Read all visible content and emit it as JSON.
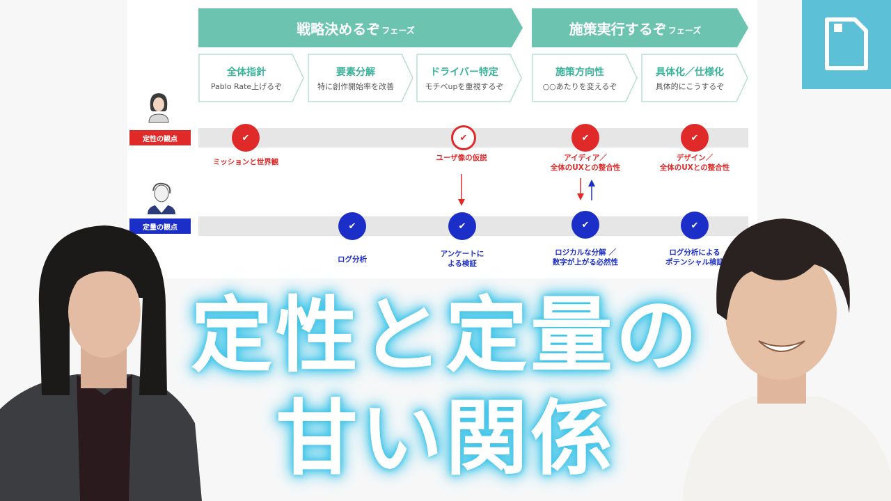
{
  "phases": [
    {
      "title": "戦略決めるぞ",
      "suffix": "フェーズ"
    },
    {
      "title": "施策実行するぞ",
      "suffix": "フェーズ"
    }
  ],
  "steps": [
    {
      "title": "全体指針",
      "sub": "Pablo Rate上げるぞ"
    },
    {
      "title": "要素分解",
      "sub": "特に創作開始率を改善"
    },
    {
      "title": "ドライバー特定",
      "sub": "モチベupを重視するぞ"
    },
    {
      "title": "施策方向性",
      "sub": "○○あたりを変えるぞ"
    },
    {
      "title": "具体化／仕様化",
      "sub": "具体的にこうするぞ"
    }
  ],
  "rows": {
    "qualitative": {
      "label": "定性の観点",
      "annotations": [
        "ミッションと世界観",
        "ユーザ像の仮説",
        "アイディア／",
        "全体のUXとの整合性",
        "デザイン／",
        "全体のUXとの整合性"
      ]
    },
    "quantitative": {
      "label": "定量の観点",
      "annotations": [
        "ログ分析",
        "アンケートに",
        "よる検証",
        "ロジカルな分解 ／",
        "数字が上がる必然性",
        "ログ分析による",
        "ポテンシャル検証"
      ]
    }
  },
  "headline": {
    "line1": "定性と定量の",
    "line2": "甘い関係"
  },
  "colors": {
    "teal": "#6cc4b0",
    "red": "#e02a2a",
    "blue": "#1c2ec8",
    "badge": "#5cc0d6"
  },
  "icons": {
    "check": "✔",
    "badge": "document-icon"
  }
}
